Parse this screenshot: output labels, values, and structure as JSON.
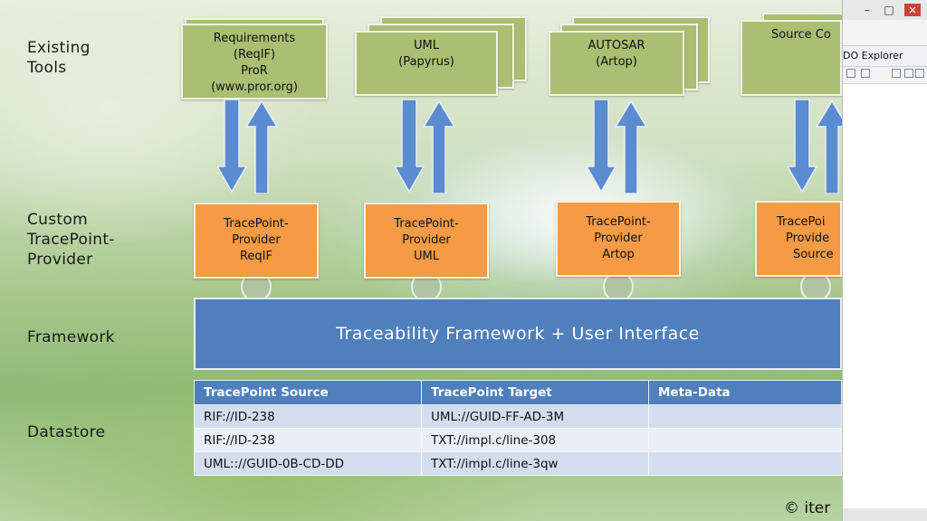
{
  "row_labels": {
    "existing_tools": [
      "Existing",
      "Tools"
    ],
    "custom_provider": [
      "Custom",
      "TracePoint-",
      "Provider"
    ],
    "framework": [
      "Framework"
    ],
    "datastore": [
      "Datastore"
    ]
  },
  "tools": [
    {
      "lines": [
        "Requirements",
        "(ReqIF)",
        "ProR",
        "(www.pror.org)"
      ]
    },
    {
      "lines": [
        "UML",
        "(Papyrus)"
      ]
    },
    {
      "lines": [
        "AUTOSAR",
        "(Artop)"
      ]
    },
    {
      "lines": [
        "Source Co"
      ]
    }
  ],
  "providers": [
    {
      "lines": [
        "TracePoint-",
        "Provider",
        "ReqIF"
      ]
    },
    {
      "lines": [
        "TracePoint-",
        "Provider",
        "UML"
      ]
    },
    {
      "lines": [
        "TracePoint-",
        "Provider",
        "Artop"
      ]
    },
    {
      "lines": [
        "TracePoi",
        "Provide",
        "Source"
      ]
    }
  ],
  "framework": {
    "label": "Traceability Framework + User Interface"
  },
  "table": {
    "headers": [
      "TracePoint Source",
      "TracePoint Target",
      "Meta-Data"
    ],
    "rows": [
      [
        "RIF://ID-238",
        "UML://GUID-FF-AD-3M",
        ""
      ],
      [
        "RIF://ID-238",
        "TXT://impl.c/line-308",
        ""
      ],
      [
        "UML:://GUID-0B-CD-DD",
        "TXT://impl.c/line-3qw",
        ""
      ]
    ]
  },
  "copyright": "© iter",
  "ide": {
    "view_title": "DO Explorer",
    "window_controls": {
      "minimize": "–",
      "maximize": "□",
      "close": "×"
    }
  },
  "colors": {
    "tool_box": "#a9bf72",
    "provider_box": "#f59a45",
    "framework_bar": "#4f7fbd",
    "arrow": "#5b8bd0"
  }
}
